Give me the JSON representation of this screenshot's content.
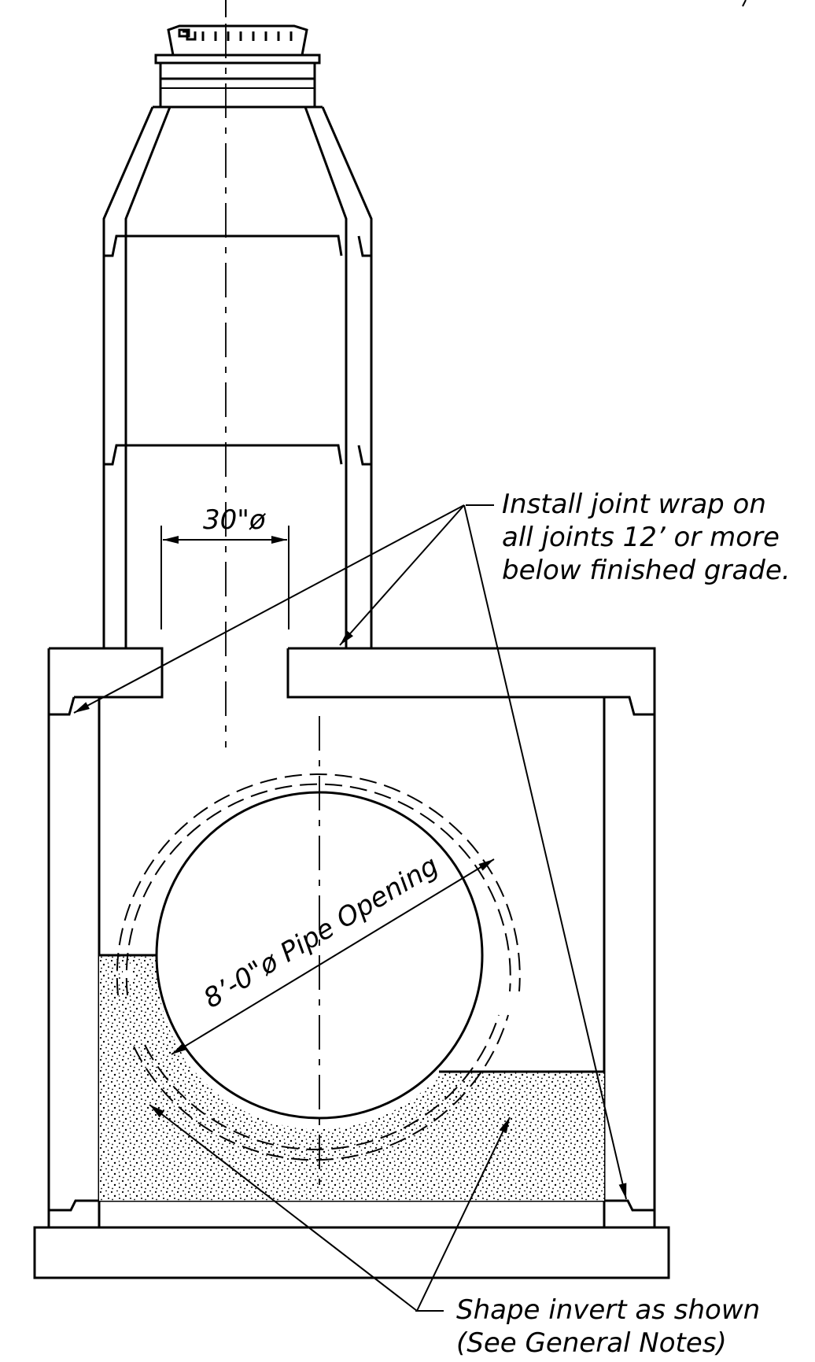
{
  "notes": {
    "joint_wrap": [
      "Install joint wrap on",
      "all joints 12’ or more",
      "below finished grade."
    ],
    "invert": [
      "Shape invert as shown",
      "(See General Notes)"
    ]
  },
  "dimensions": {
    "riser_diameter": "30\"ø",
    "pipe_opening": "8’-0\"ø Pipe Opening"
  },
  "colors": {
    "line": "#000000",
    "background": "#ffffff"
  }
}
